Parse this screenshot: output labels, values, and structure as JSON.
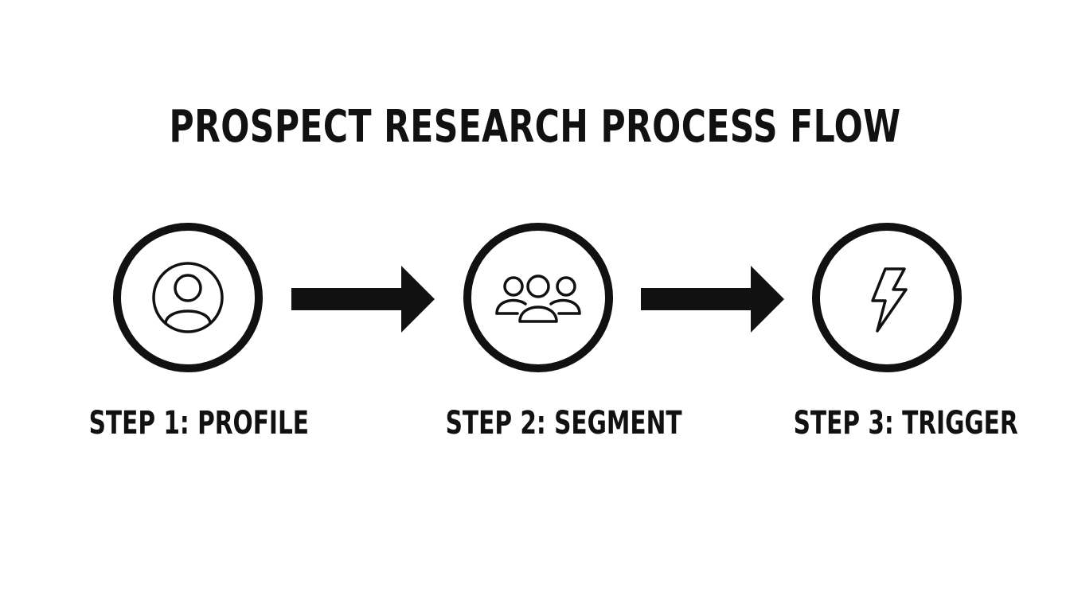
{
  "title": "PROSPECT RESEARCH PROCESS FLOW",
  "steps": [
    {
      "label": "STEP 1: PROFILE",
      "icon": "user-profile-icon"
    },
    {
      "label": "STEP 2: SEGMENT",
      "icon": "user-group-icon"
    },
    {
      "label": "STEP 3: TRIGGER",
      "icon": "lightning-bolt-icon"
    }
  ],
  "colors": {
    "ink": "#111111",
    "background": "#ffffff"
  }
}
